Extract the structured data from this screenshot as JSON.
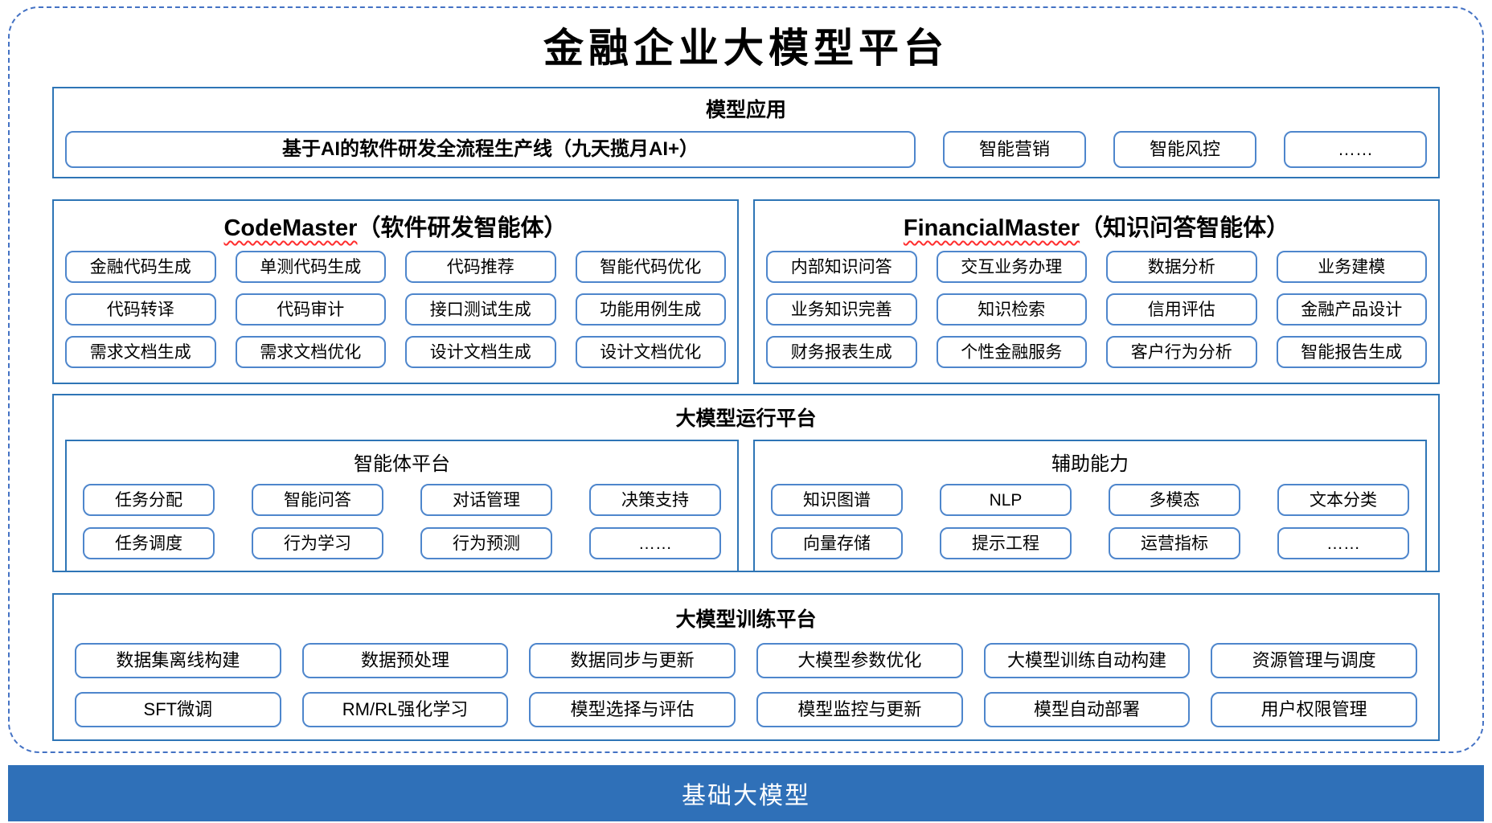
{
  "title": "金融企业大模型平台",
  "colors": {
    "dashed_frame": "#4472C4",
    "section_border": "#2E75B6",
    "chip_border": "#4E86CC",
    "base_bar_bg": "#2F70B8",
    "base_bar_text": "#FFFFFF",
    "squiggle_red": "#FF2D2D"
  },
  "sections": {
    "model_app": {
      "title": "模型应用",
      "items": [
        "基于AI的软件研发全流程生产线（九天揽月AI+）",
        "智能营销",
        "智能风控",
        "……"
      ]
    },
    "code_master": {
      "title_en": "CodeMaster",
      "title_zh": "（软件研发智能体）",
      "items": [
        "金融代码生成",
        "单测代码生成",
        "代码推荐",
        "智能代码优化",
        "代码转译",
        "代码审计",
        "接口测试生成",
        "功能用例生成",
        "需求文档生成",
        "需求文档优化",
        "设计文档生成",
        "设计文档优化"
      ]
    },
    "financial_master": {
      "title_en": "FinancialMaster",
      "title_zh": "（知识问答智能体）",
      "items": [
        "内部知识问答",
        "交互业务办理",
        "数据分析",
        "业务建模",
        "业务知识完善",
        "知识检索",
        "信用评估",
        "金融产品设计",
        "财务报表生成",
        "个性金融服务",
        "客户行为分析",
        "智能报告生成"
      ]
    },
    "runtime": {
      "title": "大模型运行平台",
      "agent_platform": {
        "title": "智能体平台",
        "items": [
          "任务分配",
          "智能问答",
          "对话管理",
          "决策支持",
          "任务调度",
          "行为学习",
          "行为预测",
          "……"
        ]
      },
      "aux_ability": {
        "title": "辅助能力",
        "items": [
          "知识图谱",
          "NLP",
          "多模态",
          "文本分类",
          "向量存储",
          "提示工程",
          "运营指标",
          "……"
        ]
      }
    },
    "training": {
      "title": "大模型训练平台",
      "items": [
        "数据集离线构建",
        "数据预处理",
        "数据同步与更新",
        "大模型参数优化",
        "大模型训练自动构建",
        "资源管理与调度",
        "SFT微调",
        "RM/RL强化学习",
        "模型选择与评估",
        "模型监控与更新",
        "模型自动部署",
        "用户权限管理"
      ]
    },
    "base_model": {
      "label": "基础大模型"
    }
  }
}
